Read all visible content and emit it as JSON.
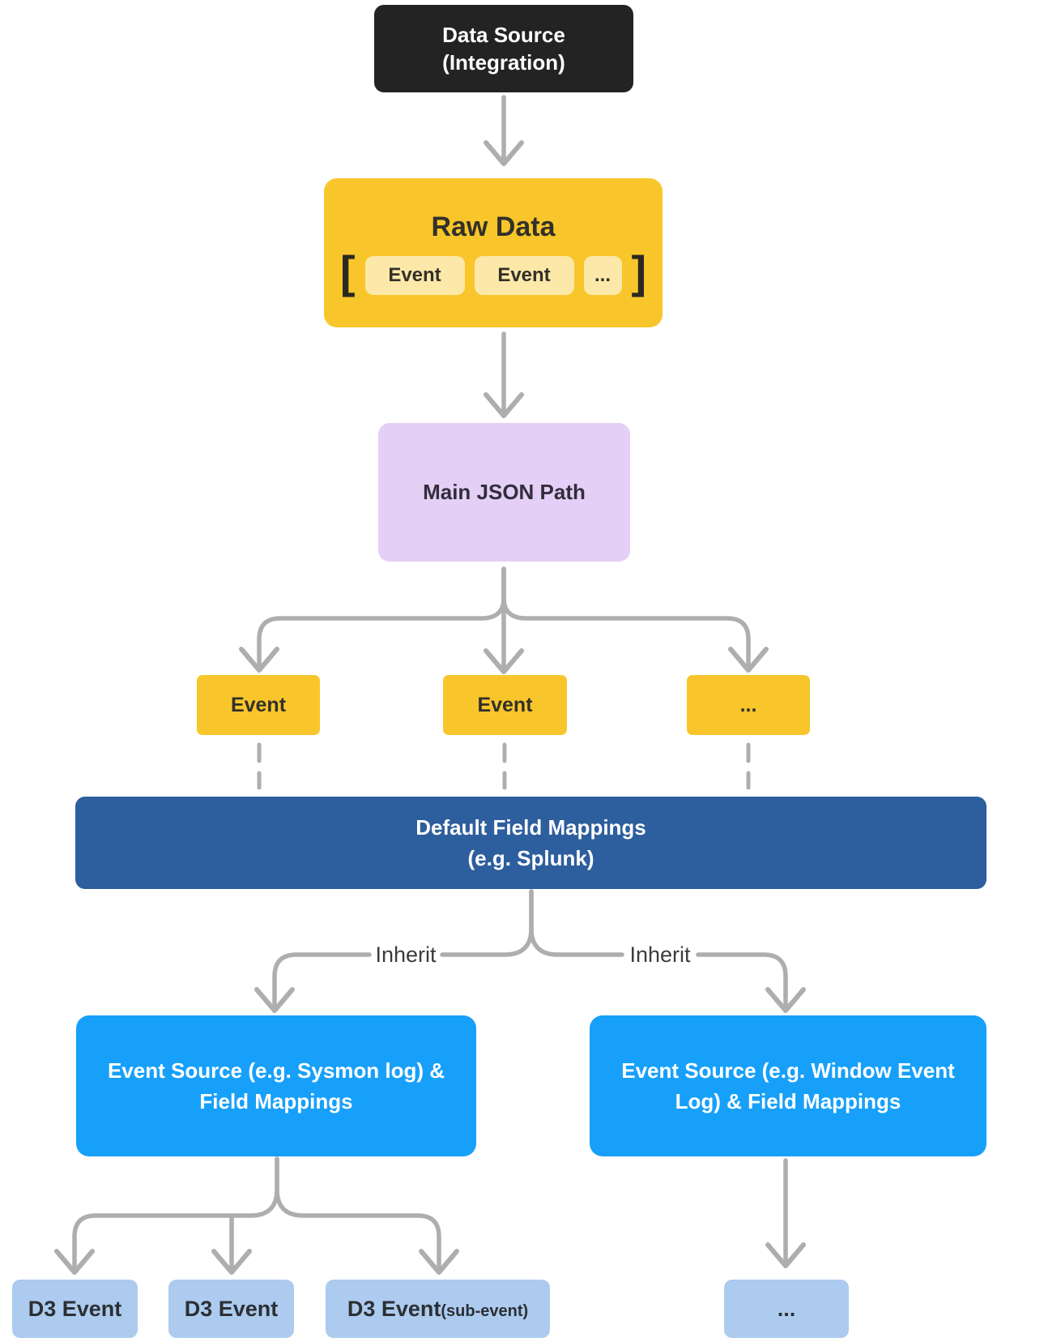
{
  "theme": {
    "canvas_bg": "#ffffff",
    "arrow_gray": "#AEAEAE",
    "node_black": "#232323",
    "node_yellow": "#F8C62B",
    "chip_yellow": "#FCE8A8",
    "node_lavender": "#E4CFF7",
    "node_dark_blue": "#2D5E9D",
    "node_bright_blue": "#17A0FA",
    "node_light_blue": "#ACCBEF",
    "text_light": "#ffffff",
    "text_dark": "#33302A",
    "inherit_text": "#3B3B3B"
  },
  "nodes": {
    "data_source": {
      "line1": "Data Source",
      "line2": "(Integration)"
    },
    "raw_data": {
      "title": "Raw Data",
      "bracket_open": "[",
      "bracket_close": "]",
      "event1": "Event",
      "event2": "Event",
      "event3": "..."
    },
    "main_json_path": {
      "label": "Main JSON Path"
    },
    "event_row": {
      "event1": "Event",
      "event2": "Event",
      "event3": "..."
    },
    "default_field_mappings": {
      "line1": "Default Field Mappings",
      "line2": "(e.g. Splunk)"
    },
    "event_source_sysmon": {
      "line1": "Event Source (e.g. Sysmon log) &",
      "line2": "Field Mappings"
    },
    "event_source_windows": {
      "line1": "Event Source (e.g. Window Event",
      "line2": "Log) & Field Mappings"
    },
    "d3_event_1": "D3 Event",
    "d3_event_2": "D3 Event",
    "d3_event_3": {
      "label": "D3 Event",
      "suffix": "(sub-event)"
    },
    "ellipsis": "..."
  },
  "labels": {
    "inherit": "Inherit"
  }
}
